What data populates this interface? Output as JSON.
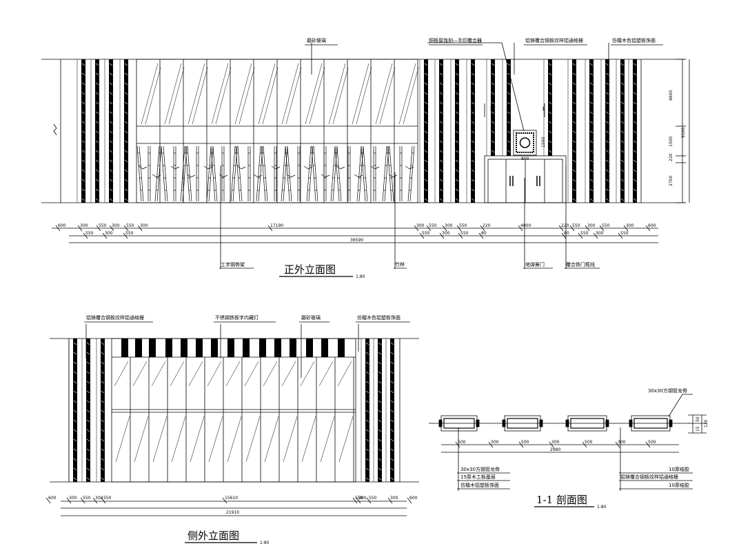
{
  "front_elevation": {
    "title": "正外立面图",
    "scale": "1:80",
    "labels": {
      "frosted_glass": "磨砂玻璃",
      "copper_cut_pattern": "铜板腐蚀刻—手印覆合器",
      "steel_grille": "铝镁覆合钢板纹样铝通格栅",
      "wood_grain_facing": "仿檀木色铝塑板饰面",
      "i_beam_frame": "工字钢骨架",
      "bamboo": "竹林",
      "glass_door": "地弹簧门",
      "door_frame": "覆合铁门框线"
    },
    "dims_top": [
      "600",
      "300",
      "550",
      "300",
      "550",
      "300",
      "17190",
      "300",
      "550",
      "300",
      "550",
      "220",
      "4800",
      "220",
      "550",
      "300",
      "550",
      "300",
      "600"
    ],
    "dims_mid": [
      "550",
      "300",
      "550",
      "550",
      "300",
      "550",
      "80",
      "80",
      "550",
      "300",
      "550"
    ],
    "dims_total": "36590",
    "dims_right": [
      "4600",
      "9100",
      "1500",
      "220",
      "2700"
    ],
    "door_dims": [
      "800",
      "1500"
    ],
    "markers": [
      "1",
      "1"
    ]
  },
  "side_elevation": {
    "title": "侧外立面图",
    "scale": "1:80",
    "labels": {
      "steel_grille": "铝镁覆合钢板纹样铝通格栅",
      "stainless_letters": "不锈钢铁板字内藏灯",
      "frosted_glass": "磨砂玻璃",
      "wood_grain_facing": "仿檀木色铝塑板饰面"
    },
    "dims_top": [
      "600",
      "300",
      "550",
      "300",
      "550",
      "15610",
      "550",
      "300",
      "550",
      "300",
      "600"
    ],
    "dims_total": "21910"
  },
  "section": {
    "title": "1-1 剖面图",
    "scale": "1:80",
    "labels": {
      "square_tube_top": "30x30方钢管龙骨",
      "square_tube_left": "30x30方钢管龙骨",
      "plywood": "15厚木工板基层",
      "wood_facing": "仿檀木铝塑板饰面",
      "glue_layer_a": "10厚结胶",
      "steel_grille": "铝镁覆合钢板纹样铝通格栅",
      "glue_layer_b": "10厚结胶"
    },
    "dims": [
      "500",
      "300",
      "500",
      "300",
      "500",
      "300",
      "500"
    ],
    "dims_total": "2980",
    "right_dims": [
      "50",
      "15",
      "120"
    ]
  }
}
